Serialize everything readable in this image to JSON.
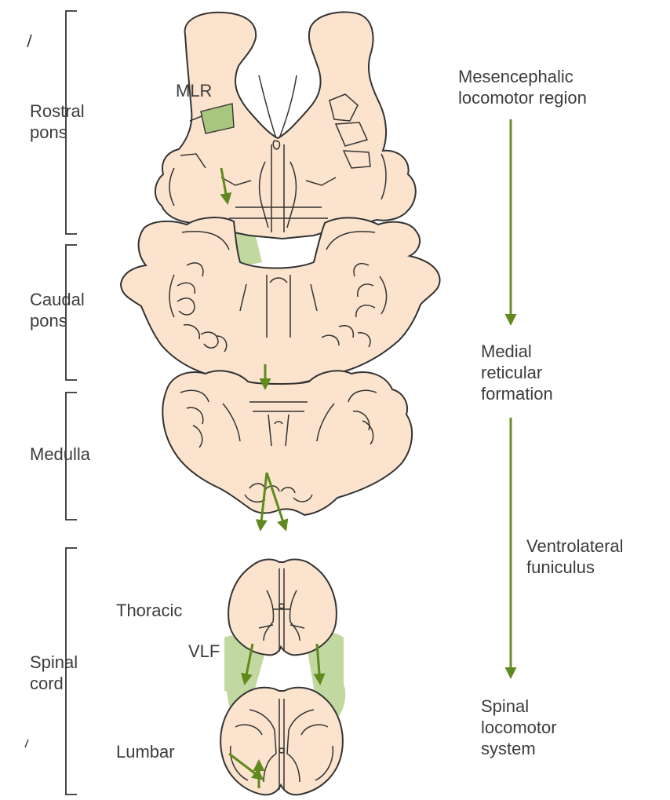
{
  "colors": {
    "tissue_fill": "#fbe3cd",
    "outline": "#333333",
    "pathway": "#c2d8a1",
    "pathway_arrow": "#5f8a1e",
    "bracket": "#333333"
  },
  "region_labels": {
    "rostral_pons": [
      "Rostral",
      "pons"
    ],
    "caudal_pons": [
      "Caudal",
      "pons"
    ],
    "medulla": [
      "Medulla"
    ],
    "spinal_cord": [
      "Spinal",
      "cord"
    ]
  },
  "structure_labels": {
    "mlr": "MLR",
    "thoracic": "Thoracic",
    "vlf": "VLF",
    "lumbar": "Lumbar"
  },
  "flow_labels": {
    "mesencephalic": [
      "Mesencephalic",
      "locomotor region"
    ],
    "medial_reticular": [
      "Medial",
      "reticular",
      "formation"
    ],
    "ventrolateral": [
      "Ventrolateral",
      "funiculus"
    ],
    "spinal_locomotor": [
      "Spinal",
      "locomotor",
      "system"
    ]
  }
}
